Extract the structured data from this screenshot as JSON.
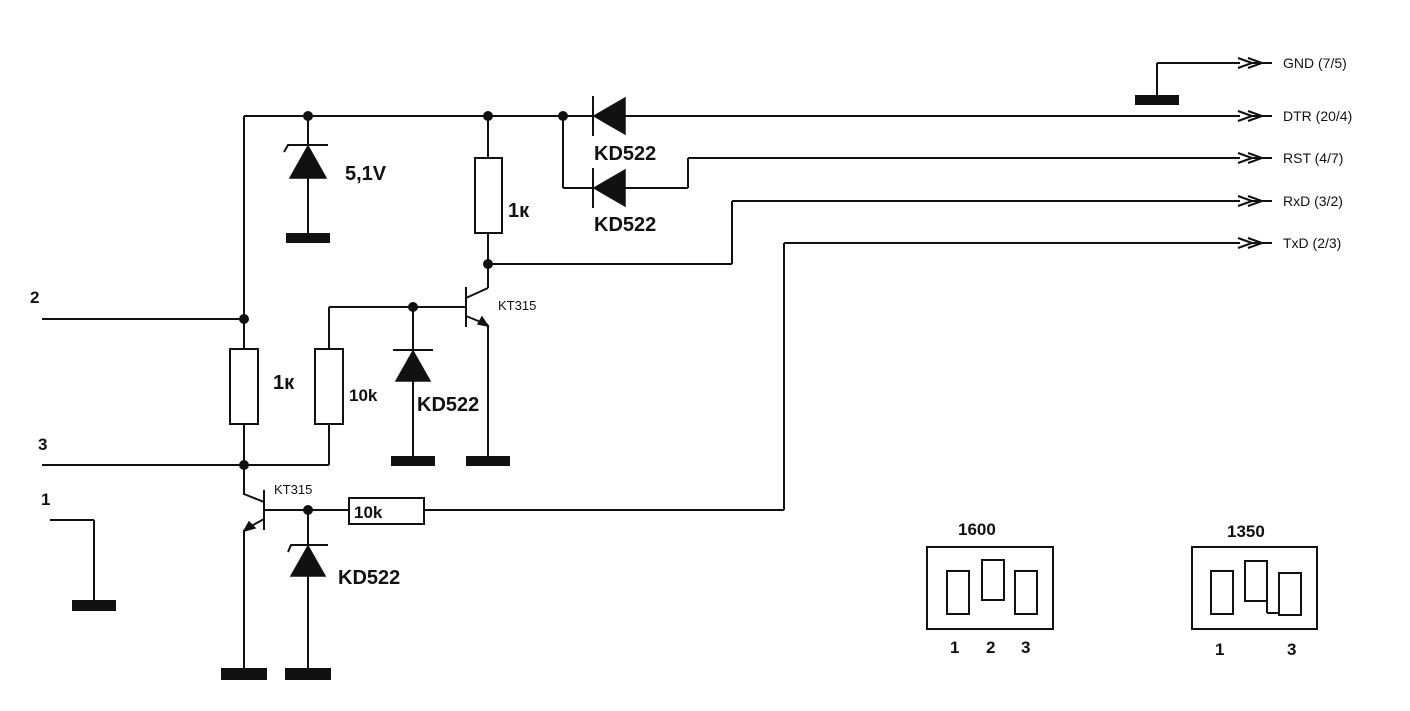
{
  "pins": {
    "p2": "2",
    "p3": "3",
    "p1": "1"
  },
  "signals": {
    "gnd": "GND (7/5)",
    "dtr": "DTR (20/4)",
    "rst": "RST (4/7)",
    "rxd": "RxD (3/2)",
    "txd": "TxD (2/3)"
  },
  "components": {
    "zener_top": "5,1V",
    "diode_dtr": "KD522",
    "diode_rst": "KD522",
    "r_collector": "1к",
    "transistor_top": "KT315",
    "r_left": "1к",
    "r_middle": "10k",
    "diode_base_top": "KD522",
    "transistor_bottom": "KT315",
    "r_base_bottom": "10k",
    "diode_base_bottom": "KD522"
  },
  "jumpers": [
    {
      "title": "1600",
      "labels": [
        "1",
        "2",
        "3"
      ]
    },
    {
      "title": "1350",
      "labels": [
        "1",
        "3"
      ]
    }
  ],
  "colors": {
    "ink": "#111111",
    "background": "#ffffff"
  }
}
